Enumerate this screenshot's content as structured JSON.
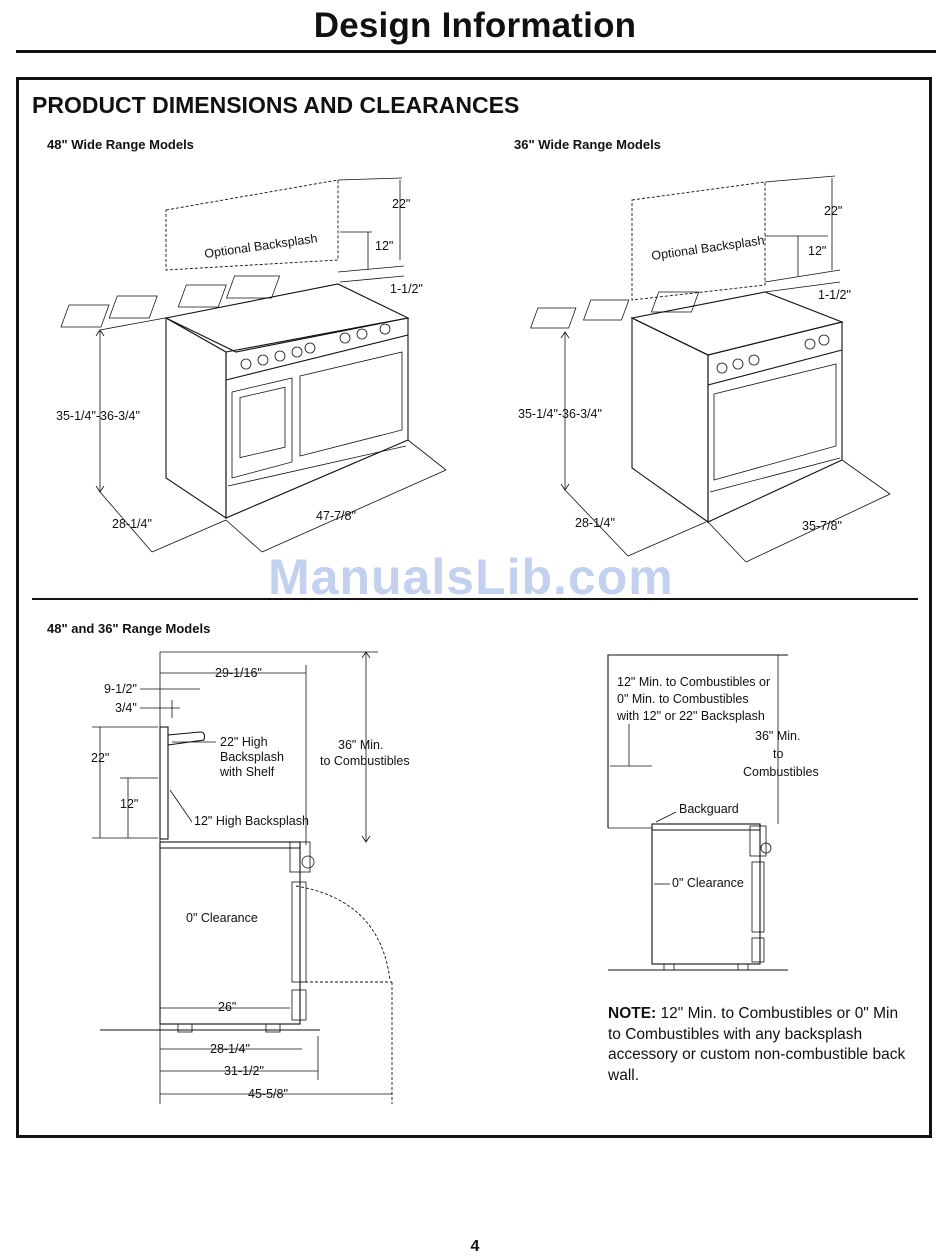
{
  "page": {
    "title": "Design Information",
    "number": "4",
    "watermark": "ManualsLib.com"
  },
  "section": {
    "heading": "PRODUCT DIMENSIONS AND CLEARANCES"
  },
  "figures": {
    "wide48": {
      "caption": "48\" Wide Range Models",
      "backsplash_label": "Optional Backsplash",
      "dim_22": "22\"",
      "dim_12": "12\"",
      "dim_1_1_2": "1-1/2\"",
      "dim_height": "35-1/4\"-36-3/4\"",
      "dim_depth": "28-1/4\"",
      "dim_width": "47-7/8\""
    },
    "wide36": {
      "caption": "36\" Wide Range Models",
      "backsplash_label": "Optional Backsplash",
      "dim_22": "22\"",
      "dim_12": "12\"",
      "dim_1_1_2": "1-1/2\"",
      "dim_height": "35-1/4\"-36-3/4\"",
      "dim_depth": "28-1/4\"",
      "dim_width": "35-7/8\""
    },
    "side": {
      "caption": "48\" and 36\" Range Models",
      "dim_29_1_16": "29-1/16\"",
      "dim_9_1_2": "9-1/2\"",
      "dim_3_4": "3/4\"",
      "dim_22": "22\"",
      "dim_12": "12\"",
      "label_22_line1": "22\" High",
      "label_22_line2": "Backsplash",
      "label_22_line3": "with Shelf",
      "label_36_line1": "36\" Min.",
      "label_36_line2": "to Combustibles",
      "label_12_high": "12\" High Backsplash",
      "label_clearance": "0\" Clearance",
      "dim_26": "26\"",
      "dim_28_1_4": "28-1/4\"",
      "dim_31_1_2": "31-1/2\"",
      "dim_45_5_8": "45-5/8\""
    },
    "wall": {
      "line1": "12\" Min. to Combustibles or",
      "line2": "0\" Min. to Combustibles",
      "line3": "with 12\" or 22\" Backsplash",
      "min36_line1": "36\" Min.",
      "min36_line2": "to",
      "min36_line3": "Combustibles",
      "backguard": "Backguard",
      "clearance": "0\" Clearance"
    }
  },
  "note": {
    "label": "NOTE:",
    "text": " 12\" Min. to Combustibles or 0\" Min to Combustibles with any backsplash accessory or custom non-combustible back wall."
  }
}
